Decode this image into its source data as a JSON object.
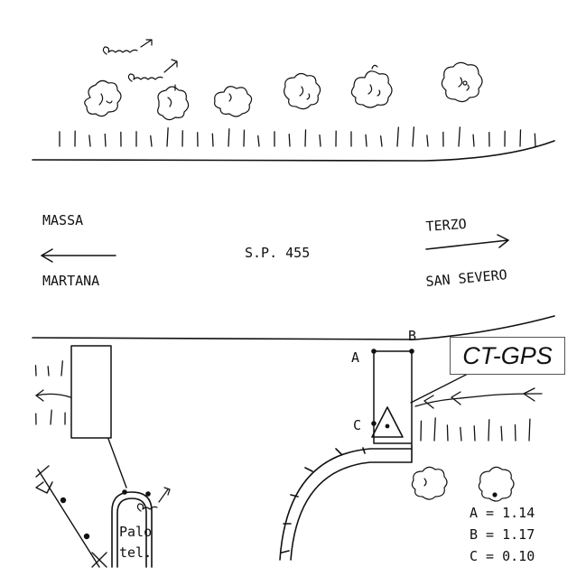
{
  "labels": {
    "west_top": "MASSA",
    "west_bottom": "MARTANA",
    "road": "S.P. 455",
    "east_top": "TERZO",
    "east_bottom": "SAN SEVERO",
    "palo_line1": "Palo",
    "palo_line2": "tel.",
    "point_a": "A",
    "point_b": "B",
    "point_c": "C"
  },
  "callout": {
    "text": "CT-GPS"
  },
  "measurements": [
    {
      "point": "A",
      "value": "1.14"
    },
    {
      "point": "B",
      "value": "1.17"
    },
    {
      "point": "C",
      "value": "0.10"
    }
  ],
  "eq_sign": "="
}
